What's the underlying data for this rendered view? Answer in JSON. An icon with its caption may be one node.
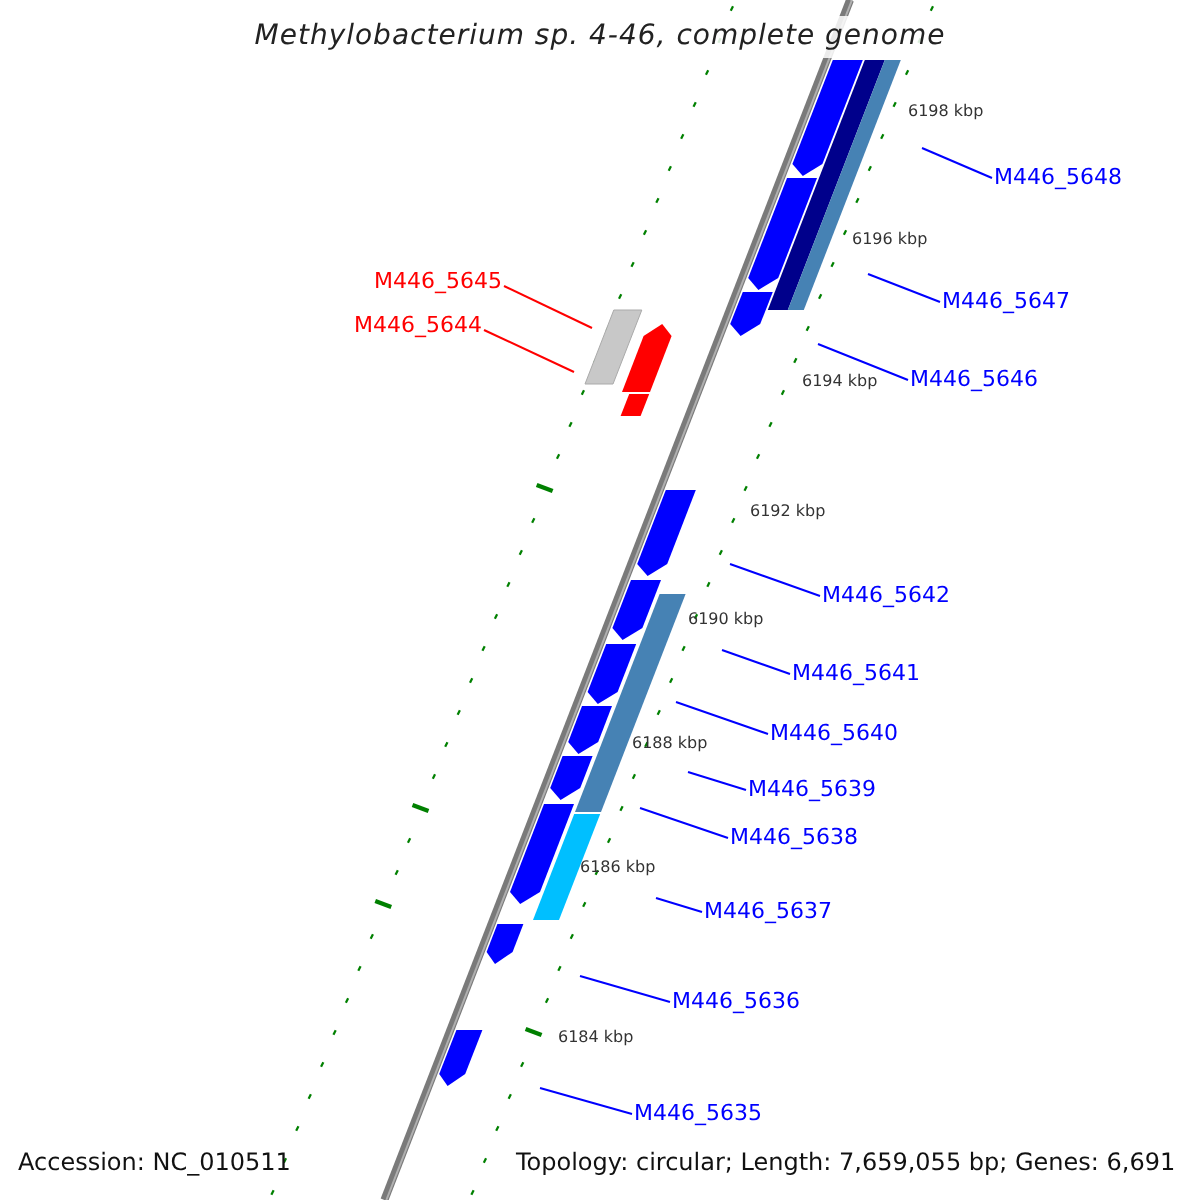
{
  "diagram": {
    "title": "Methylobacterium sp. 4-46, complete genome",
    "nodes": [
      {
        "text": [
          "M446_5648"
        ]
      },
      {
        "text": [
          "M446_5645"
        ]
      },
      {
        "text": [
          "M446_5647"
        ]
      },
      {
        "text": [
          "M446_5644"
        ]
      },
      {
        "text": [
          "M446_5646"
        ]
      },
      {
        "text": [
          "M446_5642"
        ]
      },
      {
        "text": [
          "M446_5641"
        ]
      },
      {
        "text": [
          "M446_5640"
        ]
      },
      {
        "text": [
          "M446_5639"
        ]
      },
      {
        "text": [
          "M446_5638"
        ]
      },
      {
        "text": [
          "M446_5637"
        ]
      },
      {
        "text": [
          "M446_5636"
        ]
      },
      {
        "text": [
          "M446_5635"
        ]
      }
    ],
    "edges": [
      {
        "from": 0,
        "to": null,
        "arrow": "none"
      },
      {
        "from": 1,
        "to": null,
        "arrow": "none",
        "color": "#ff0000"
      },
      {
        "from": 2,
        "to": null,
        "arrow": "none"
      },
      {
        "from": 3,
        "to": null,
        "arrow": "none",
        "color": "#ff0000"
      },
      {
        "from": 4,
        "to": null,
        "arrow": "none"
      },
      {
        "from": 5,
        "to": null,
        "arrow": "none"
      },
      {
        "from": 6,
        "to": null,
        "arrow": "none"
      },
      {
        "from": 7,
        "to": null,
        "arrow": "none"
      },
      {
        "from": 8,
        "to": null,
        "arrow": "none"
      },
      {
        "from": 9,
        "to": null,
        "arrow": "none"
      },
      {
        "from": 10,
        "to": null,
        "arrow": "none"
      },
      {
        "from": 11,
        "to": null,
        "arrow": "none"
      },
      {
        "from": 12,
        "to": null,
        "arrow": "none"
      }
    ],
    "labels": [
      "6198 kbp",
      "6196 kbp",
      "6194 kbp",
      "6192 kbp",
      "6190 kbp",
      "6188 kbp",
      "6186 kbp",
      "6184 kbp",
      "Accession: NC_010511",
      "Topology: circular; Length: 7,659,055 bp; Genes: 6,691"
    ]
  }
}
